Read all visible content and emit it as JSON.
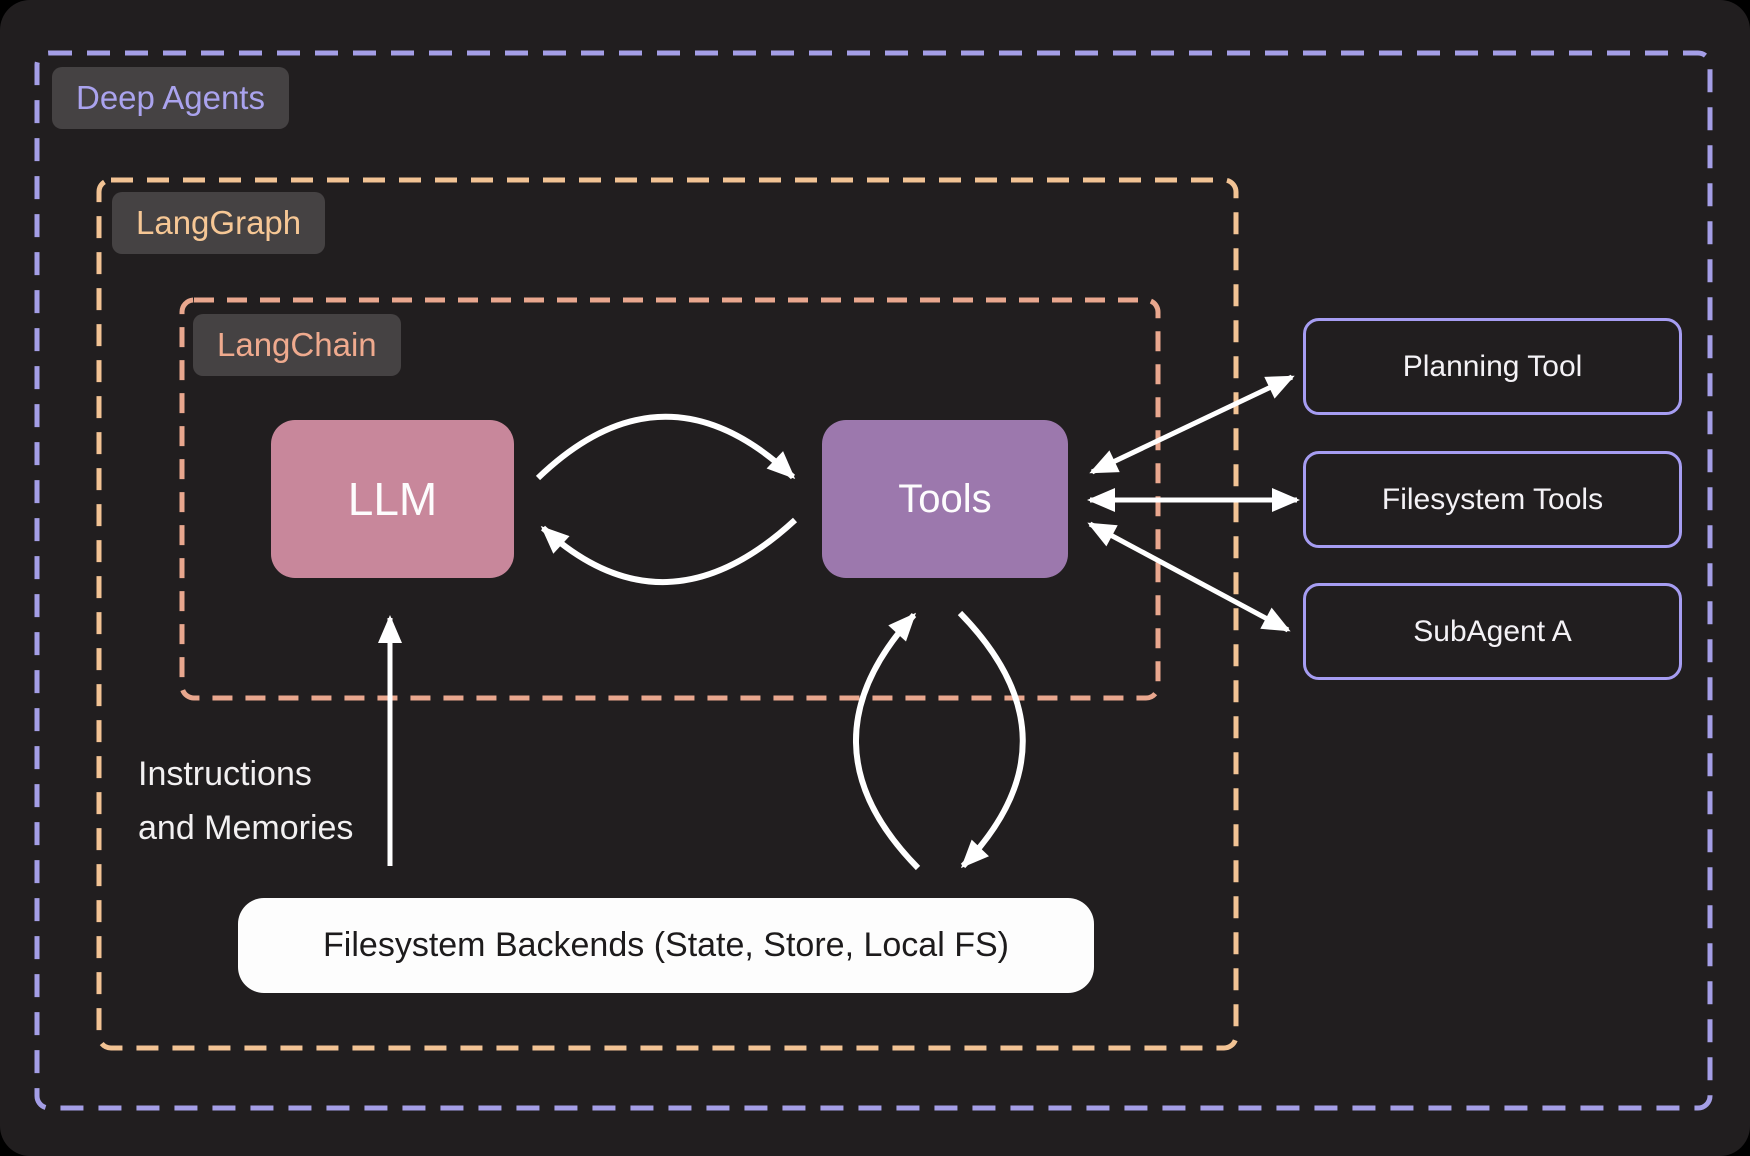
{
  "diagram": {
    "outer_group_label": "Deep Agents",
    "langgraph_group_label": "LangGraph",
    "langchain_group_label": "LangChain",
    "llm_node_label": "LLM",
    "tools_node_label": "Tools",
    "side_boxes": [
      {
        "label": "Planning Tool"
      },
      {
        "label": "Filesystem Tools"
      },
      {
        "label": "SubAgent A"
      }
    ],
    "backend_box_label": "Filesystem Backends (State, Store, Local FS)",
    "annotation_line1": "Instructions",
    "annotation_line2": "and Memories",
    "colors": {
      "canvas_bg": "#211e1f",
      "deep_agents_border": "#a49ee6",
      "deep_agents_text": "#aaa3ee",
      "langgraph_border": "#f2c394",
      "langgraph_text": "#f6c795",
      "langchain_border": "#e9a78e",
      "langchain_text": "#efaa8e",
      "label_chip_bg": "#454243",
      "llm_fill": "#c8879b",
      "tools_fill": "#9c78ad",
      "side_box_border": "#a69df2",
      "arrow": "#ffffff",
      "backend_bg": "#fdfdfd",
      "backend_text": "#1d1b1c"
    }
  }
}
